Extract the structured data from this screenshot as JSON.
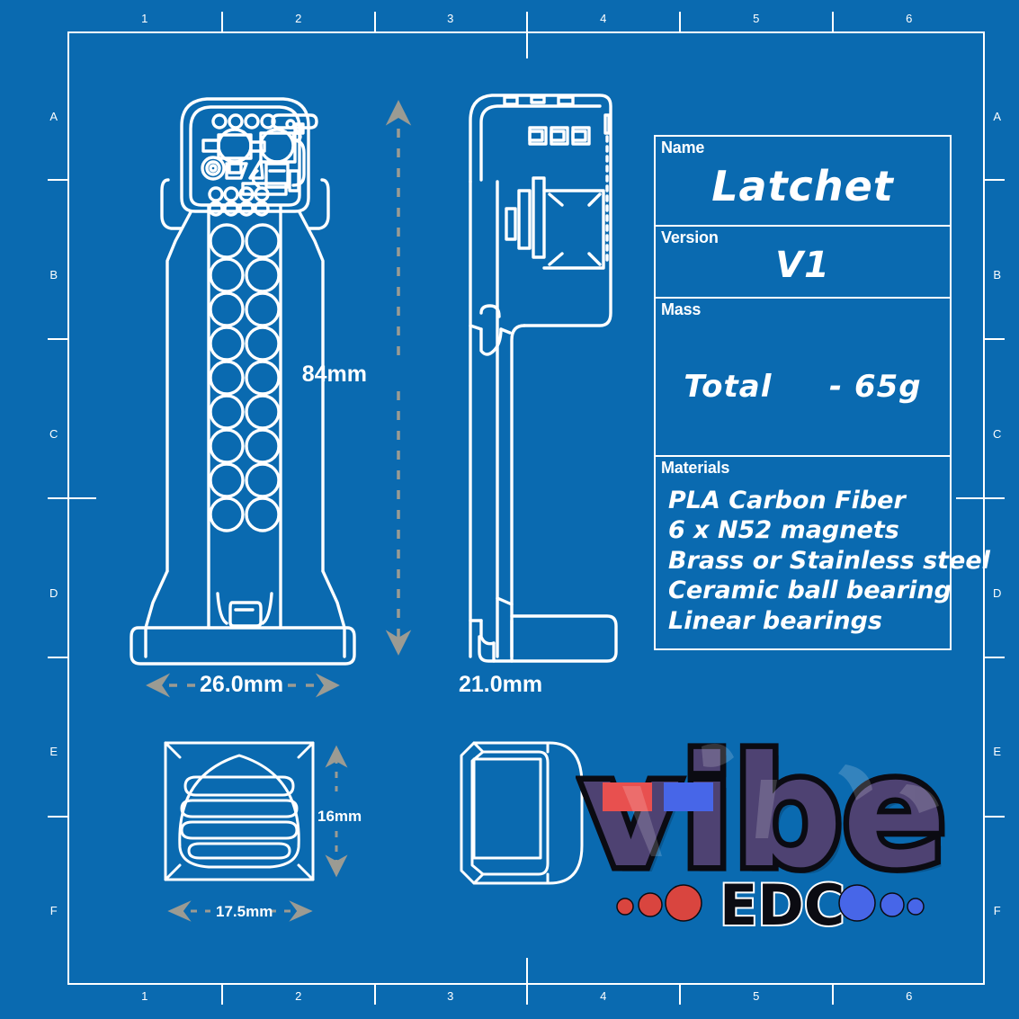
{
  "drawing": {
    "background_color": "#0a6ab0",
    "line_color": "#ffffff",
    "dimension_color": "#9b9b93",
    "grid_columns": [
      "1",
      "2",
      "3",
      "4",
      "5",
      "6"
    ],
    "grid_rows": [
      "A",
      "B",
      "C",
      "D",
      "E",
      "F"
    ]
  },
  "title_block": {
    "name_label": "Name",
    "name_value": "Latchet",
    "version_label": "Version",
    "version_value": "V1",
    "mass_label": "Mass",
    "mass_value_left": "Total",
    "mass_value_right": "- 65g",
    "materials_label": "Materials",
    "materials": [
      "PLA Carbon Fiber",
      "6 x N52 magnets",
      "Brass or Stainless steel",
      "Ceramic ball bearing",
      "Linear bearings"
    ]
  },
  "dimensions": {
    "height": "84mm",
    "front_width": "26.0mm",
    "side_width": "21.0mm",
    "detail_height": "16mm",
    "detail_width": "17.5mm"
  },
  "views": {
    "front_view": "front-elevation-view",
    "side_view": "side-elevation-view",
    "bottom_detail_view": "bottom-grip-detail-view",
    "section_view": "cross-section-view"
  },
  "logo": {
    "wordmark": "vibe",
    "subtitle": "EDC",
    "wordmark_color": "#4e4272",
    "outline_color": "#0b0b12",
    "accent_red": "#e8504f",
    "accent_blue": "#4766e8",
    "dots_left": [
      "#d9453f",
      "#d9453f",
      "#d9453f"
    ],
    "dots_right": [
      "#4766e8",
      "#4766e8",
      "#4766e8"
    ]
  }
}
